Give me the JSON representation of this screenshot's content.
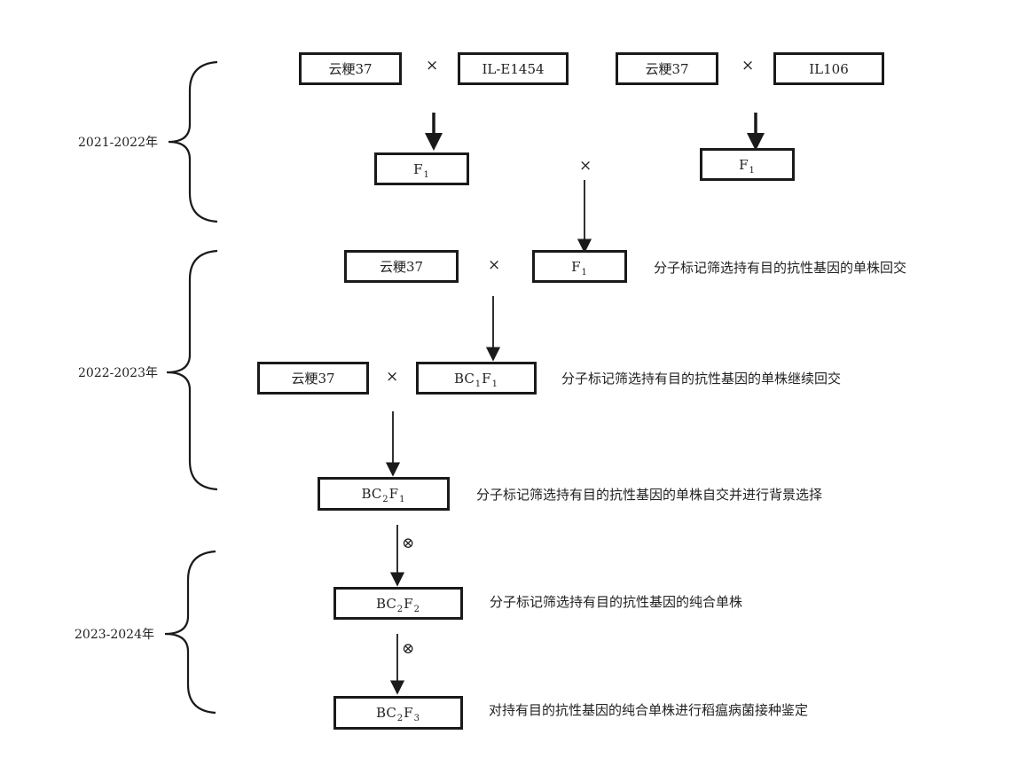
{
  "periods": {
    "p1": "2021-2022年",
    "p2": "2022-2023年",
    "p3": "2023-2024年"
  },
  "nodes": {
    "yungeng_a": "云粳37",
    "ile1454": "IL-E1454",
    "yungeng_b": "云粳37",
    "il106": "IL106",
    "f1_left": {
      "main": "F",
      "sub": "1"
    },
    "f1_right": {
      "main": "F",
      "sub": "1"
    },
    "yungeng_c": "云粳37",
    "f1_cross": {
      "main": "F",
      "sub": "1"
    },
    "yungeng_d": "云粳37",
    "bc1f1": {
      "a": "BC",
      "a_sub": "1",
      "b": "F",
      "b_sub": "1"
    },
    "bc2f1": {
      "a": "BC",
      "a_sub": "2",
      "b": "F",
      "b_sub": "1"
    },
    "bc2f2": {
      "a": "BC",
      "a_sub": "2",
      "b": "F",
      "b_sub": "2"
    },
    "bc2f3": {
      "a": "BC",
      "a_sub": "2",
      "b": "F",
      "b_sub": "3"
    }
  },
  "symbols": {
    "cross": "×",
    "selfing": "⊗"
  },
  "notes": {
    "n1": "分子标记筛选持有目的抗性基因的单株回交",
    "n2": "分子标记筛选持有目的抗性基因的单株继续回交",
    "n3": "分子标记筛选持有目的抗性基因的单株自交并进行背景选择",
    "n4": "分子标记筛选持有目的抗性基因的纯合单株",
    "n5": "对持有目的抗性基因的纯合单株进行稻瘟病菌接种鉴定"
  },
  "colors": {
    "line": "#1a1a1a",
    "text": "#222222"
  }
}
